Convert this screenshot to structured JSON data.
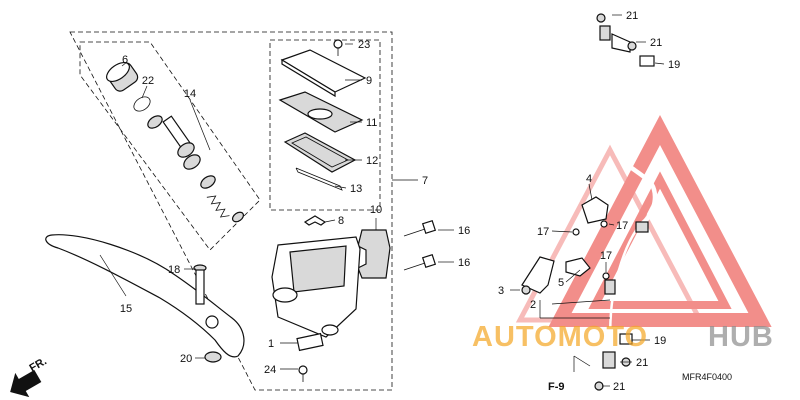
{
  "diagram": {
    "code": "MFR4F0400",
    "reference": "F-9",
    "direction_label": "FR.",
    "part_numbers": {
      "p1": "1",
      "p2": "2",
      "p3": "3",
      "p4": "4",
      "p5": "5",
      "p6": "6",
      "p7": "7",
      "p8": "8",
      "p9": "9",
      "p10": "10",
      "p11": "11",
      "p12": "12",
      "p13": "13",
      "p14": "14",
      "p15": "15",
      "p16a": "16",
      "p16b": "16",
      "p17a": "17",
      "p17b": "17",
      "p17c": "17",
      "p18": "18",
      "p19a": "19",
      "p19b": "19",
      "p20": "20",
      "p21a": "21",
      "p21b": "21",
      "p21c": "21",
      "p21d": "21",
      "p22": "22",
      "p23": "23",
      "p24": "24"
    }
  },
  "watermark": {
    "brand_part1": "AUTOMOTO",
    "brand_part2": "HUB",
    "colors": {
      "primary": "#e8322b",
      "accent": "#f5a623",
      "gray": "#8c8c8c"
    }
  }
}
